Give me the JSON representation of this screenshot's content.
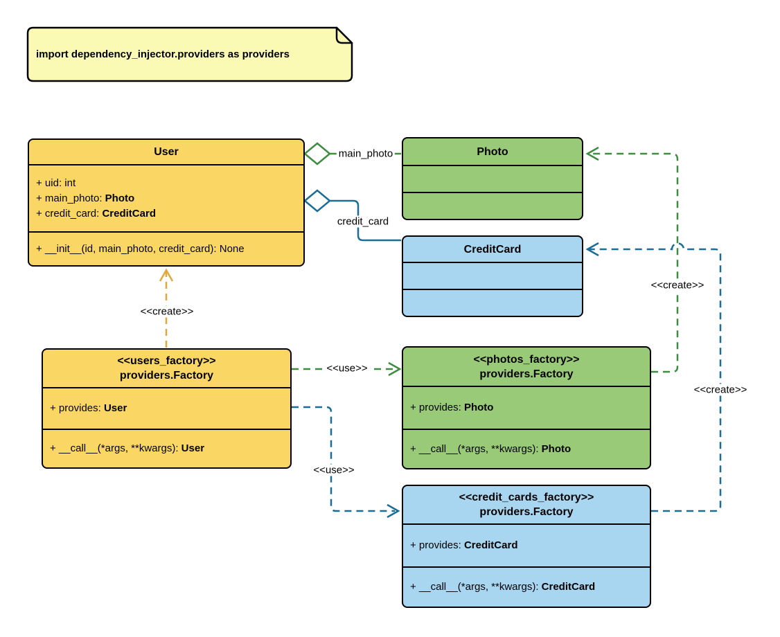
{
  "colors": {
    "canvas-bg": "#ffffff",
    "box-border": "#000000",
    "text": "#000000",
    "yellow-fill": "#FAD765",
    "green-fill": "#99CA77",
    "blue-fill": "#A8D6F0",
    "note-fill": "#FAFAB4",
    "yellow-edge": "#E3A73C",
    "green-edge": "#3D8C40",
    "blue-edge": "#1A6E96"
  },
  "note": {
    "text": "import dependency_injector.providers as providers"
  },
  "classes": {
    "user": {
      "title": "User",
      "attributes": [
        {
          "prefix": "+ uid: ",
          "type": "int"
        },
        {
          "prefix": "+ main_photo: ",
          "type": "Photo"
        },
        {
          "prefix": "+ credit_card: ",
          "type": "CreditCard"
        }
      ],
      "methods": [
        {
          "prefix": "+ __init__(id, main_photo, credit_card): ",
          "type": "None"
        }
      ]
    },
    "photo": {
      "title": "Photo"
    },
    "credit_card": {
      "title": "CreditCard"
    },
    "users_factory": {
      "stereotype": "<<users_factory>>",
      "title": "providers.Factory",
      "attributes": [
        {
          "prefix": "+ provides: ",
          "type": "User"
        }
      ],
      "methods": [
        {
          "prefix": "+ __call__(*args, **kwargs): ",
          "type": "User"
        }
      ]
    },
    "photos_factory": {
      "stereotype": "<<photos_factory>>",
      "title": "providers.Factory",
      "attributes": [
        {
          "prefix": "+ provides: ",
          "type": "Photo"
        }
      ],
      "methods": [
        {
          "prefix": "+ __call__(*args, **kwargs): ",
          "type": "Photo"
        }
      ]
    },
    "credit_cards_factory": {
      "stereotype": "<<credit_cards_factory>>",
      "title": "providers.Factory",
      "attributes": [
        {
          "prefix": "+ provides: ",
          "type": "CreditCard"
        }
      ],
      "methods": [
        {
          "prefix": "+ __call__(*args, **kwargs): ",
          "type": "CreditCard"
        }
      ]
    }
  },
  "edges": {
    "user_photo": {
      "label": "main_photo"
    },
    "user_credit_card": {
      "label": "credit_card"
    },
    "users_factory_user": {
      "label": "<<create>>"
    },
    "users_factory_photos_factory": {
      "label": "<<use>>"
    },
    "users_factory_credit_cards_factory": {
      "label": "<<use>>"
    },
    "photos_factory_photo": {
      "label": "<<create>>"
    },
    "credit_cards_factory_credit_card": {
      "label": "<<create>>"
    }
  }
}
